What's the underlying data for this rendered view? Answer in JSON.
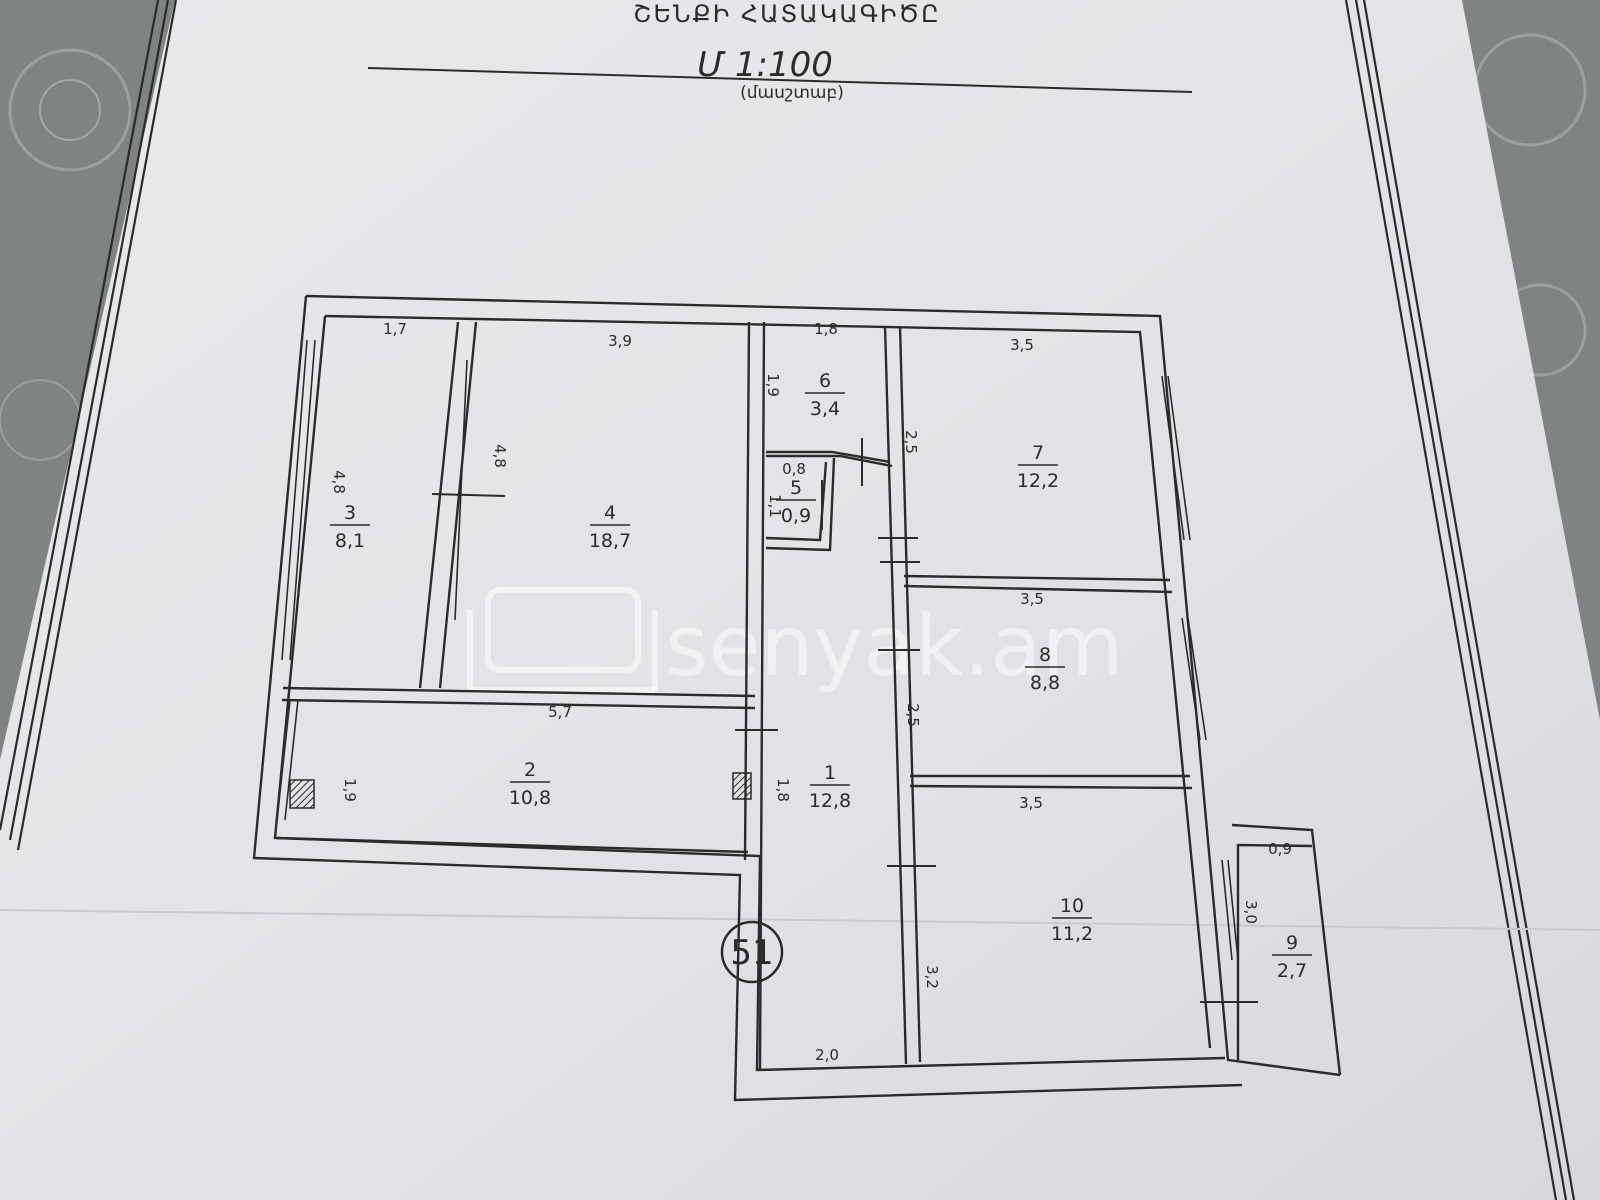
{
  "header": {
    "title": "ՇԵՆՔԻ ՀԱՏԱԿԱԳԻԾԸ",
    "scale": "Մ 1:100",
    "unit": "(մասշտաբ)"
  },
  "watermark": "senyak.am",
  "stamp": "51",
  "rooms": [
    {
      "id": "room-1",
      "number": "1",
      "area": "12,8"
    },
    {
      "id": "room-2",
      "number": "2",
      "area": "10,8"
    },
    {
      "id": "room-3",
      "number": "3",
      "area": "8,1"
    },
    {
      "id": "room-4",
      "number": "4",
      "area": "18,7"
    },
    {
      "id": "room-5",
      "number": "5",
      "area": "0,9"
    },
    {
      "id": "room-6",
      "number": "6",
      "area": "3,4"
    },
    {
      "id": "room-7",
      "number": "7",
      "area": "12,2"
    },
    {
      "id": "room-8",
      "number": "8",
      "area": "8,8"
    },
    {
      "id": "room-9",
      "number": "9",
      "area": "2,7"
    },
    {
      "id": "room-10",
      "number": "10",
      "area": "11,2"
    }
  ],
  "dimensions": [
    "1,7",
    "3,9",
    "1,8",
    "3,5",
    "4,8",
    "4,8",
    "1,9",
    "2,5",
    "0,8",
    "1,1",
    "3,5",
    "5,7",
    "2,5",
    "1,9",
    "1,8",
    "3,5",
    "0,9",
    "3,0",
    "3,2",
    "2,0"
  ],
  "colors": {
    "paper": "#e6e6e9",
    "ink": "#2b2b2b",
    "background": "#7f8382"
  }
}
